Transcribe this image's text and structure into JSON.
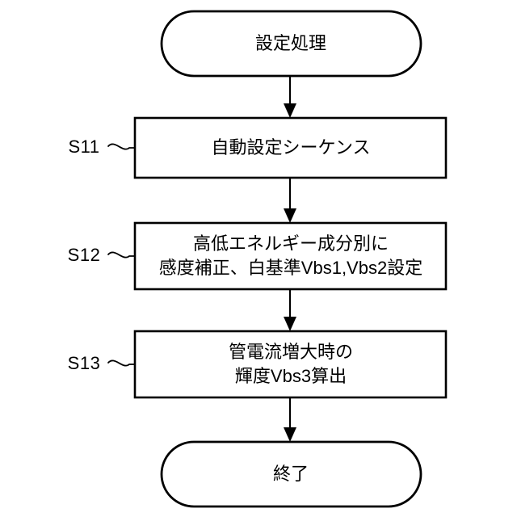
{
  "diagram": {
    "type": "flowchart",
    "orientation": "vertical",
    "language": "ja",
    "colors": {
      "background": "#ffffff",
      "stroke": "#000000",
      "fill": "#ffffff",
      "text": "#000000"
    },
    "start": {
      "shape": "terminal",
      "text": "設定処理"
    },
    "end": {
      "shape": "terminal",
      "text": "終了"
    },
    "steps": [
      {
        "id": "S11",
        "label": "S11",
        "shape": "process",
        "lines": [
          "自動設定シーケンス"
        ]
      },
      {
        "id": "S12",
        "label": "S12",
        "shape": "process",
        "lines": [
          "高低エネルギー成分別に",
          "感度補正、白基準Vbs1,Vbs2設定"
        ]
      },
      {
        "id": "S13",
        "label": "S13",
        "shape": "process",
        "lines": [
          "管電流増大時の",
          "輝度Vbs3算出"
        ]
      }
    ],
    "connectors": [
      {
        "from": "start",
        "to": "S11",
        "style": "arrow-down"
      },
      {
        "from": "S11",
        "to": "S12",
        "style": "arrow-down"
      },
      {
        "from": "S12",
        "to": "S13",
        "style": "arrow-down"
      },
      {
        "from": "S13",
        "to": "end",
        "style": "arrow-down"
      }
    ]
  }
}
